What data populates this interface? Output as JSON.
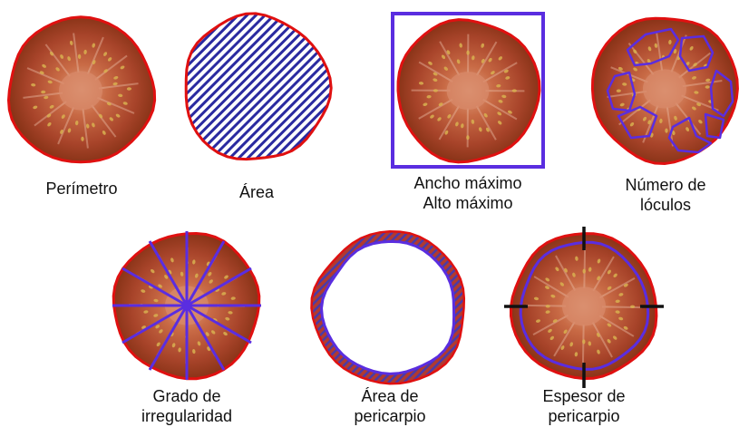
{
  "panels": [
    {
      "id": "perimetro",
      "lines": [
        "Perímetro"
      ]
    },
    {
      "id": "area",
      "lines": [
        "Área"
      ]
    },
    {
      "id": "ancho-alto",
      "lines": [
        "Ancho máximo",
        "Alto máximo"
      ]
    },
    {
      "id": "loculos",
      "lines": [
        "Número de",
        "lóculos"
      ]
    },
    {
      "id": "irregularidad",
      "lines": [
        "Grado de",
        "irregularidad"
      ]
    },
    {
      "id": "area-pericarpio",
      "lines": [
        "Área de",
        "pericarpio"
      ]
    },
    {
      "id": "espesor-pericarpio",
      "lines": [
        "Espesor de",
        "pericarpio"
      ]
    }
  ],
  "colors": {
    "outline": "#e01010",
    "measure": "#5a2de0",
    "hatch": "#2a2aa0",
    "flesh": "#c0502a",
    "flesh_dark": "#8a3418",
    "core": "#d88a6a",
    "seed": "#d8b050"
  }
}
